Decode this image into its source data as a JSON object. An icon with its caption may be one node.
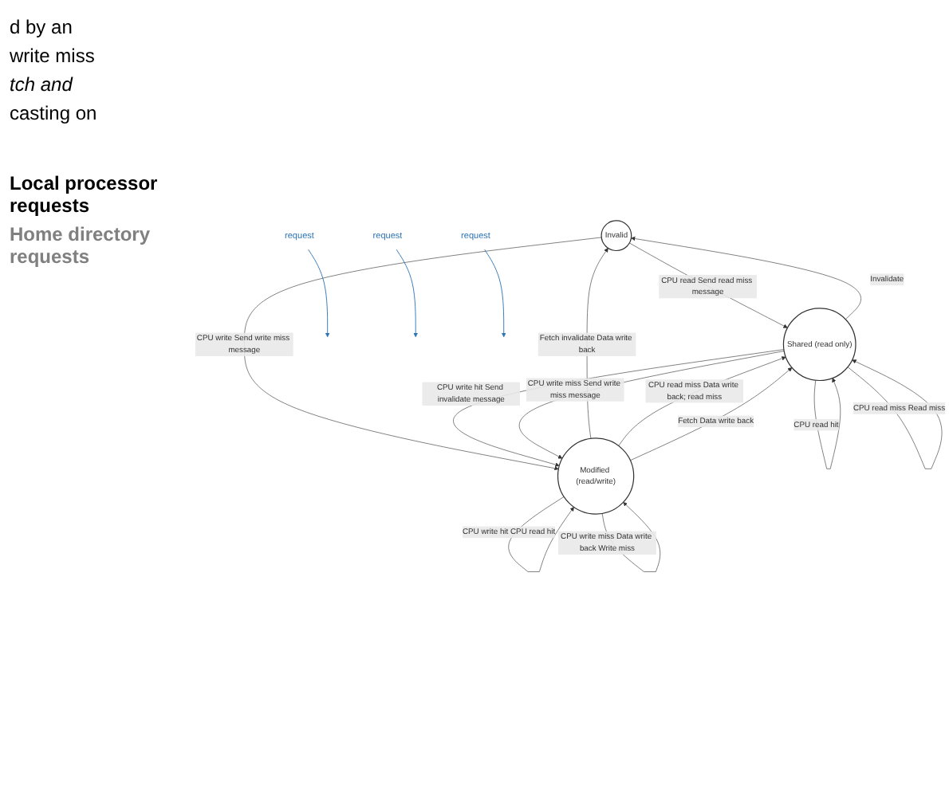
{
  "diagram": {
    "nodes": [
      {
        "text": [
          "Invalid"
        ]
      },
      {
        "text": [
          "Shared (read only)"
        ]
      },
      {
        "text": [
          "Modified (read/write)"
        ]
      },
      {
        "text": [
          "request"
        ]
      },
      {
        "text": [
          "request"
        ]
      },
      {
        "text": [
          "request"
        ]
      }
    ],
    "edges": [
      {
        "from": 1,
        "to": 0,
        "arrow": "to",
        "label": "Invalidate"
      },
      {
        "from": 0,
        "to": 1,
        "arrow": "to",
        "label": "CPU read Send read miss message"
      },
      {
        "from": 0,
        "to": 2,
        "arrow": "to",
        "label": "CPU write Send write miss message"
      },
      {
        "from": 2,
        "to": 0,
        "arrow": "to",
        "label": "Fetch invalidate Data write back"
      },
      {
        "from": 1,
        "to": 1,
        "arrow": "to",
        "label": "CPU read hit"
      },
      {
        "from": 1,
        "to": 1,
        "arrow": "to",
        "label": "CPU read miss Read miss"
      },
      {
        "from": 2,
        "to": 1,
        "arrow": "to",
        "label": "CPU read miss Data write back; read miss"
      },
      {
        "from": 2,
        "to": 1,
        "arrow": "to",
        "label": "Fetch Data write back"
      },
      {
        "from": 1,
        "to": 2,
        "arrow": "to",
        "label": "CPU write hit Send invalidate message"
      },
      {
        "from": 1,
        "to": 2,
        "arrow": "to",
        "label": "CPU write miss Send write miss message"
      },
      {
        "from": 2,
        "to": 2,
        "arrow": "to",
        "label": "CPU write hit CPU read hit"
      },
      {
        "from": 2,
        "to": 2,
        "arrow": "to",
        "label": "CPU write miss Data write back Write miss"
      },
      {
        "from": 3,
        "to": null,
        "arrow": "to",
        "color": "#2e74b5"
      },
      {
        "from": 4,
        "to": null,
        "arrow": "to",
        "color": "#2e74b5"
      },
      {
        "from": 5,
        "to": null,
        "arrow": "to",
        "color": "#2e74b5"
      }
    ],
    "labels": [
      "d by an",
      "write miss",
      "tch and",
      "casting on",
      "Local processor requests",
      "Home directory requests"
    ]
  }
}
